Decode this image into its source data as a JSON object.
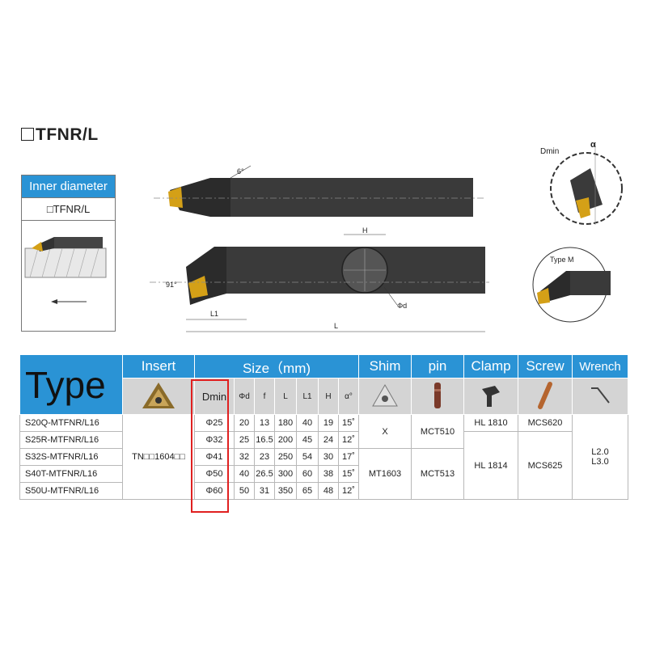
{
  "title": "TFNR/L",
  "left_panel": {
    "header": "Inner diameter",
    "sub": "TFNR/L"
  },
  "diagram": {
    "angle_top": "6°",
    "angle_side": "91°",
    "label_h": "H",
    "label_phid": "Φd",
    "label_l1": "L1",
    "label_l": "L",
    "label_dmin": "Dmin",
    "label_alpha": "α",
    "label_type_m": "Type M"
  },
  "table": {
    "type_label": "Type",
    "insert_label": "Insert",
    "size_label": "Size（mm)",
    "shim_label": "Shim",
    "pin_label": "pin",
    "clamp_label": "Clamp",
    "screw_label": "Screw",
    "wrench_label": "Wrench",
    "size_columns": [
      "Dmin",
      "Φd",
      "f",
      "L",
      "L1",
      "H",
      "α°"
    ],
    "rows": [
      {
        "model": "S20Q-MTFNR/L16",
        "dmin": "Φ25",
        "d": "20",
        "f": "13",
        "l": "180",
        "l1": "40",
        "h": "19",
        "a": "15˚"
      },
      {
        "model": "S25R-MTFNR/L16",
        "dmin": "Φ32",
        "d": "25",
        "f": "16.5",
        "l": "200",
        "l1": "45",
        "h": "24",
        "a": "12˚"
      },
      {
        "model": "S32S-MTFNR/L16",
        "dmin": "Φ41",
        "d": "32",
        "f": "23",
        "l": "250",
        "l1": "54",
        "h": "30",
        "a": "17˚"
      },
      {
        "model": "S40T-MTFNR/L16",
        "dmin": "Φ50",
        "d": "40",
        "f": "26.5",
        "l": "300",
        "l1": "60",
        "h": "38",
        "a": "15˚"
      },
      {
        "model": "S50U-MTFNR/L16",
        "dmin": "Φ60",
        "d": "50",
        "f": "31",
        "l": "350",
        "l1": "65",
        "h": "48",
        "a": "12˚"
      }
    ],
    "insert_value": "TN□□1604□□",
    "shim_values": [
      "X",
      "MT1603"
    ],
    "pin_values": [
      "MCT510",
      "MCT513"
    ],
    "clamp_values": [
      "HL 1810",
      "HL 1814"
    ],
    "screw_values": [
      "MCS620",
      "MCS625"
    ],
    "wrench_values": [
      "L2.0",
      "L3.0"
    ]
  },
  "colors": {
    "header_blue": "#2a93d5",
    "highlight_red": "#e02020",
    "tool_body": "#3a3a3a",
    "insert_gold": "#d4a017"
  }
}
